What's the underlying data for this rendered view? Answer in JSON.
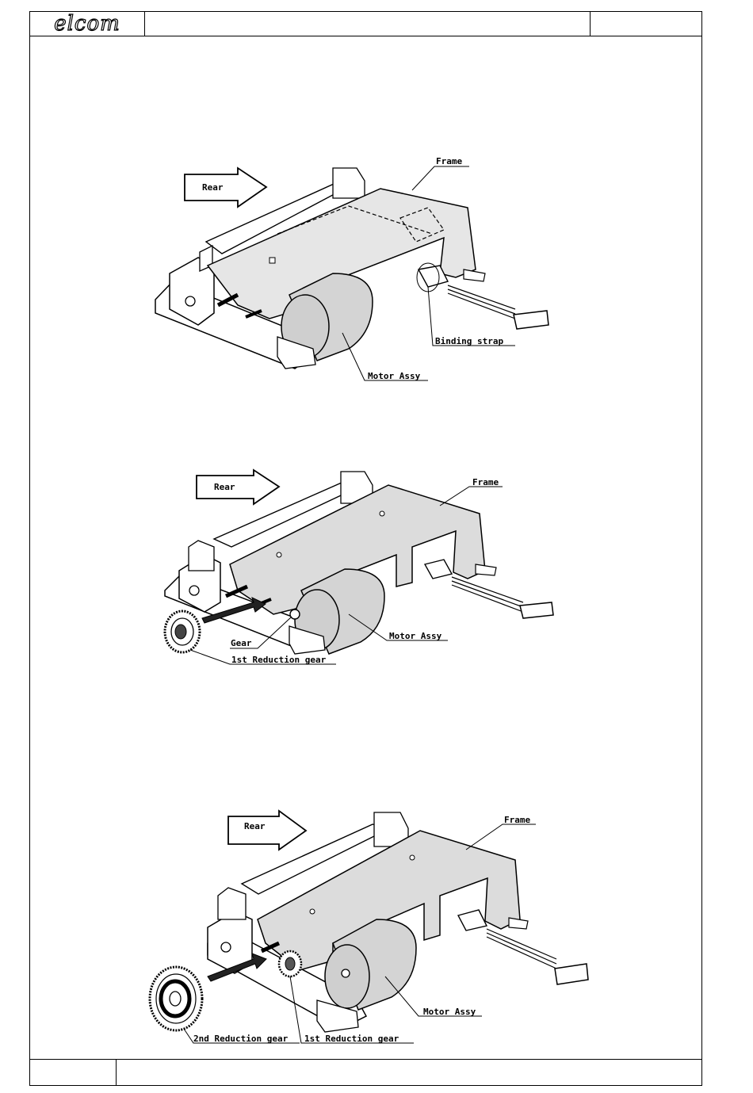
{
  "header": {
    "logo_text": "elcom",
    "title": "",
    "page_ref": ""
  },
  "footer": {
    "left": "",
    "right": ""
  },
  "figures": [
    {
      "rear_label": "Rear",
      "labels": {
        "frame": "Frame",
        "binding_strap": "Binding strap",
        "motor_assy": "Motor Assy"
      }
    },
    {
      "rear_label": "Rear",
      "labels": {
        "frame": "Frame",
        "gear": "Gear",
        "motor_assy": "Motor Assy",
        "first_reduction_gear": "1st Reduction gear"
      }
    },
    {
      "rear_label": "Rear",
      "labels": {
        "frame": "Frame",
        "motor_assy": "Motor Assy",
        "second_reduction_gear": "2nd Reduction gear",
        "first_reduction_gear": "1st Reduction gear"
      }
    }
  ]
}
